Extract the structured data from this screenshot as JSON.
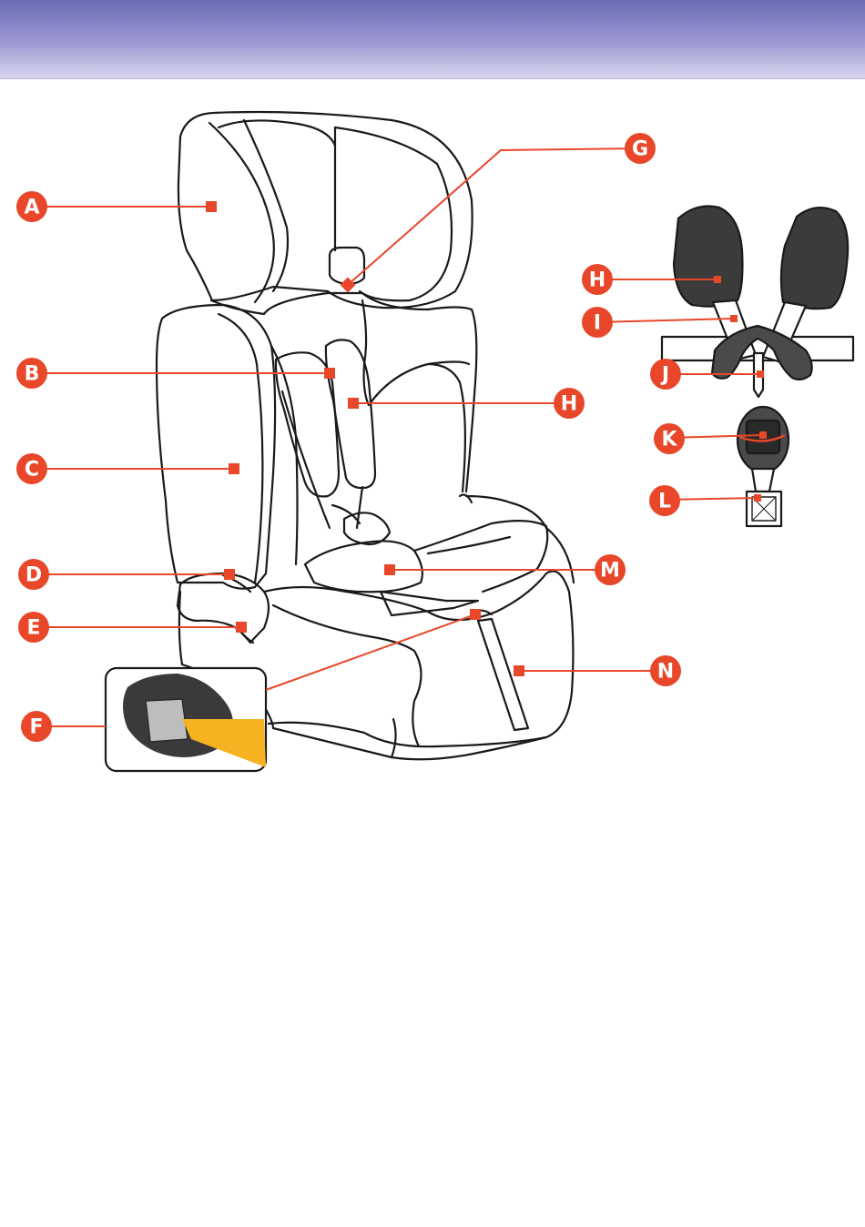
{
  "colors": {
    "header_top": "#6b6bb6",
    "header_bottom": "#d9d6ee",
    "callout": "#e8472a",
    "outline": "#1a1a1a",
    "pad_fill": "#3a3a3a",
    "strap_yellow": "#f5b321"
  },
  "labels": {
    "A": "A",
    "B": "B",
    "C": "C",
    "D": "D",
    "E": "E",
    "F": "F",
    "G": "G",
    "H1": "H",
    "H2": "H",
    "I": "I",
    "J": "J",
    "K": "K",
    "L": "L",
    "M": "M",
    "N": "N"
  }
}
